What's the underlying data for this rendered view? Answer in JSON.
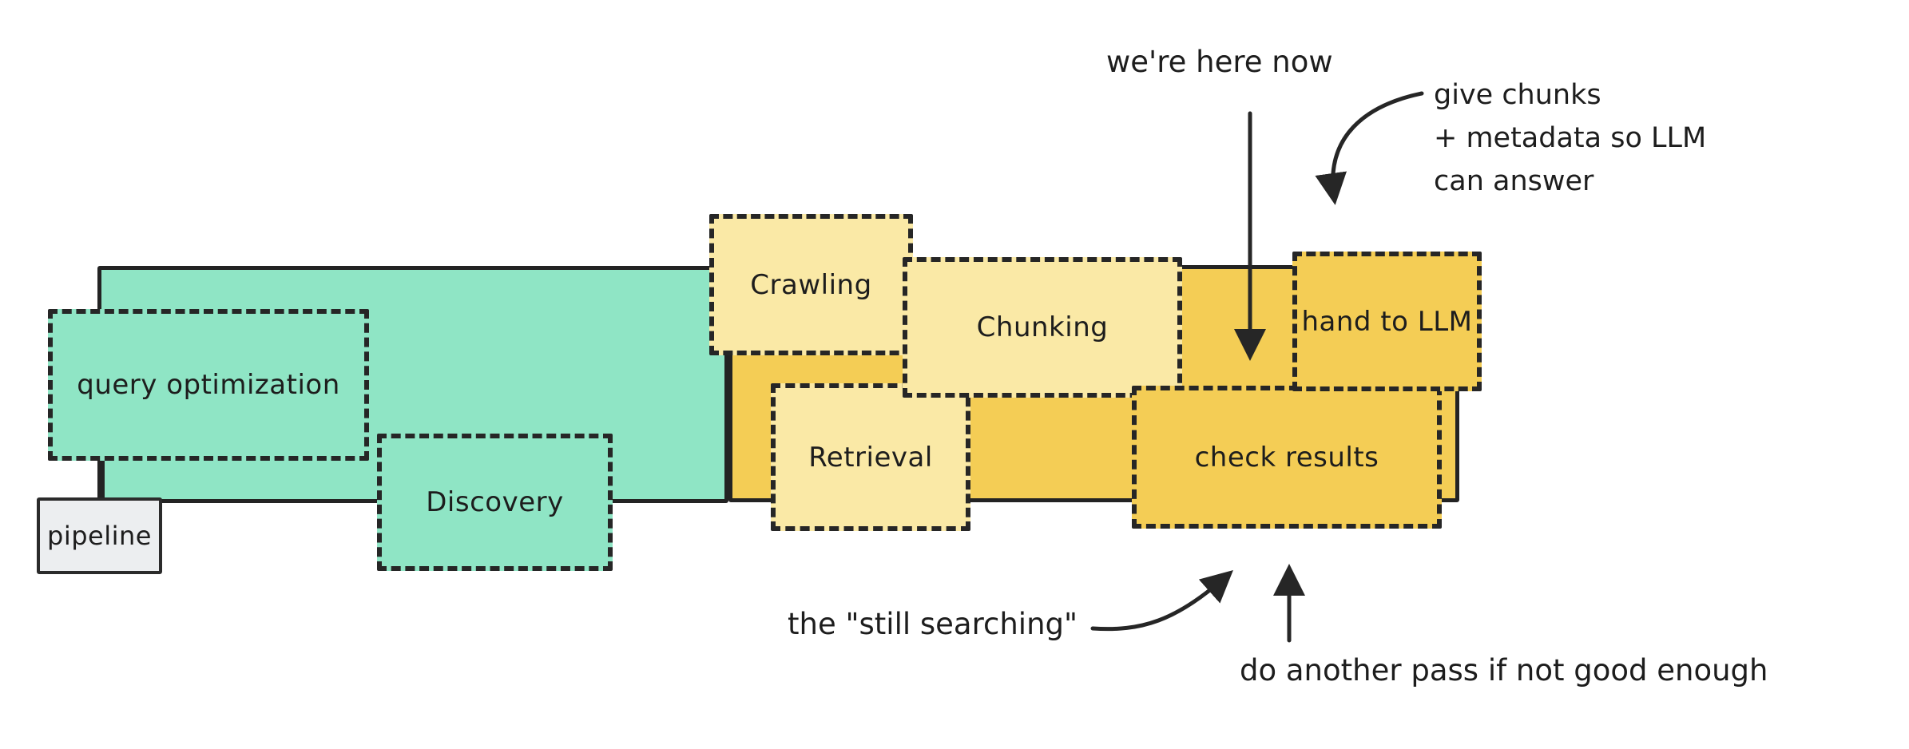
{
  "diagram": {
    "pipeline_tag": "pipeline",
    "groups": [
      {
        "id": "search-group",
        "color": "#8fe5c5"
      },
      {
        "id": "index-group",
        "color": "#f4cd55"
      }
    ],
    "stages": [
      {
        "id": "query-optimization",
        "label": "query optimization",
        "fill": "#8fe5c5"
      },
      {
        "id": "discovery",
        "label": "Discovery",
        "fill": "#8fe5c5"
      },
      {
        "id": "crawling",
        "label": "Crawling",
        "fill": "#fae9a6"
      },
      {
        "id": "chunking",
        "label": "Chunking",
        "fill": "#fae9a6"
      },
      {
        "id": "retrieval",
        "label": "Retrieval",
        "fill": "#fae9a6"
      },
      {
        "id": "check-results",
        "label": "check results",
        "fill": "#f4cd55"
      },
      {
        "id": "hand-to-llm",
        "label": "hand to LLM",
        "fill": "#f4cd55"
      }
    ],
    "annotations": {
      "were_here_now": "we're here now",
      "give_chunks_line1": "give chunks",
      "give_chunks_line2": "+ metadata so LLM",
      "give_chunks_line3": "can answer",
      "still_searching": "the \"still searching\"",
      "do_another_pass": "do another pass if not good enough"
    },
    "colors": {
      "teal": "#8fe5c5",
      "light_yellow": "#fae9a6",
      "gold": "#f4cd55",
      "label_gray": "#eceef0",
      "stroke": "#262626",
      "text": "#1d1d1d"
    }
  }
}
